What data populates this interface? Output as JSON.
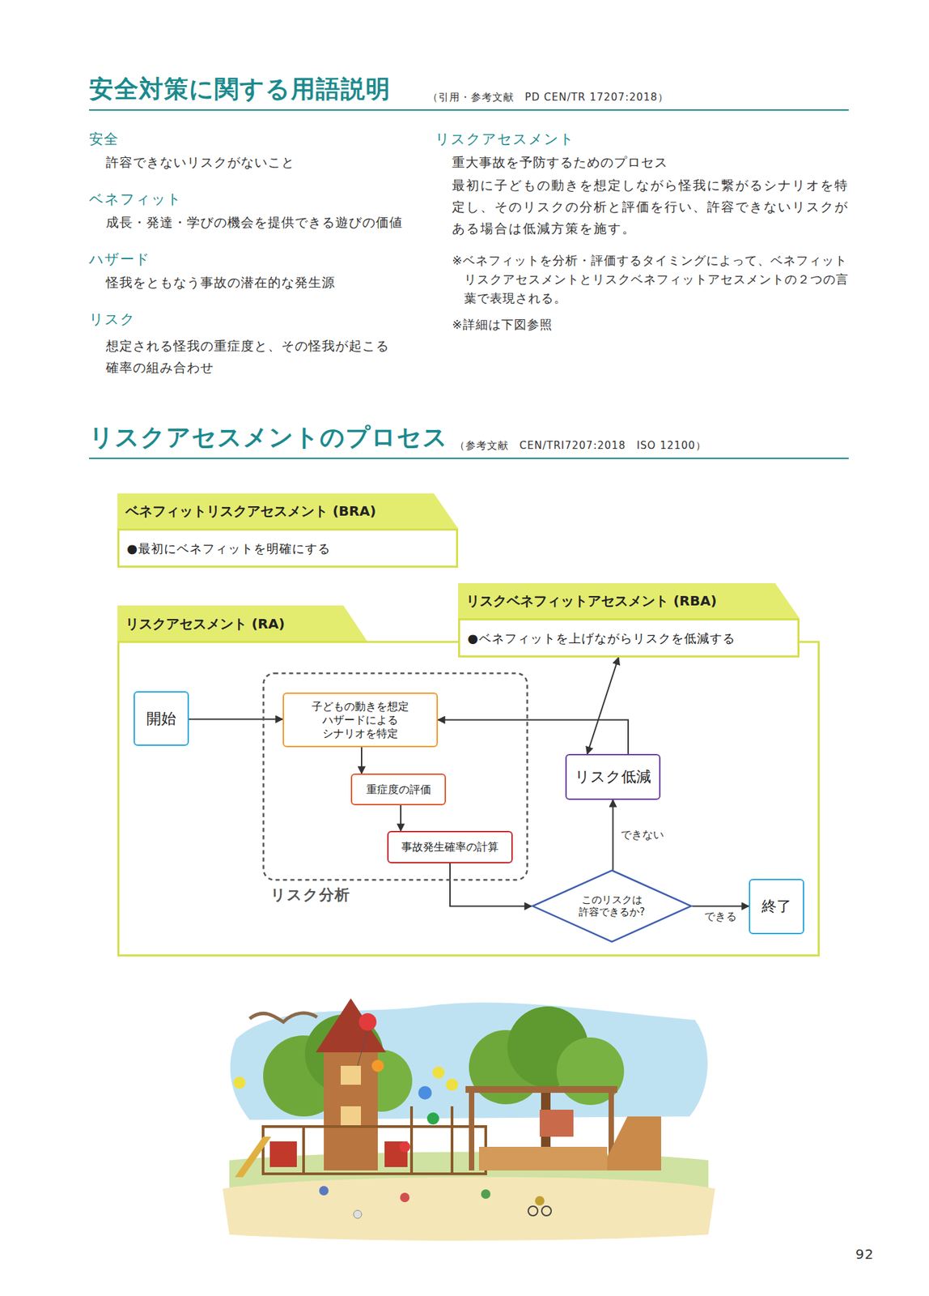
{
  "diagram": {
    "title": "安全対策に関する用語説明",
    "nodes": [
      {
        "text": [
          "ベネフィットリスクアセスメント (BRA)",
          "●最初にベネフィットを明確にする"
        ]
      },
      {
        "text": [
          "リスクベネフィットアセスメント (RBA)",
          "●ベネフィットを上げながらリスクを低減する"
        ]
      },
      {
        "text": [
          "リスクアセスメント (RA)"
        ]
      },
      {
        "text": [
          "開始"
        ],
        "in": 2
      },
      {
        "text": [
          "リスク分析"
        ],
        "in": 2
      },
      {
        "text": [
          "子どもの動きを想定 ハザードによる シナリオを特定"
        ],
        "in": 4
      },
      {
        "text": [
          "重症度の評価"
        ],
        "in": 4
      },
      {
        "text": [
          "事故発生確率の計算"
        ],
        "in": 4
      },
      {
        "text": [
          "このリスクは 許容できるか?"
        ],
        "in": 2
      },
      {
        "text": [
          "リスク低減"
        ],
        "in": 2
      },
      {
        "text": [
          "終了"
        ],
        "in": 2
      }
    ],
    "edges": [
      {
        "from": 3,
        "to": 5,
        "arrow": "to"
      },
      {
        "from": 5,
        "to": 6,
        "arrow": "to"
      },
      {
        "from": 6,
        "to": 7,
        "arrow": "to"
      },
      {
        "from": 7,
        "to": 8,
        "arrow": "to"
      },
      {
        "from": 8,
        "to": 9,
        "label": "できない",
        "arrow": "to"
      },
      {
        "from": 9,
        "to": 5,
        "arrow": "to"
      },
      {
        "from": 8,
        "to": 10,
        "label": "できる",
        "arrow": "to"
      },
      {
        "from": 1,
        "to": 9,
        "arrow": "both"
      }
    ],
    "labels": [
      "（引用・参考文献　PD CEN/TR 17207:2018）",
      "安全",
      "許容できないリスクがないこと",
      "ベネフィット",
      "成長・発達・学びの機会を提供できる遊びの価値",
      "ハザード",
      "怪我をともなう事故の潜在的な発生源",
      "リスク",
      "想定される怪我の重症度と、その怪我が起こる 確率の組み合わせ",
      "リスクアセスメント",
      "重大事故を予防するためのプロセス",
      "最初に子どもの動きを想定しながら怪我に繋がるシナリオを特定し、そのリスクの分析と評価を行い、許容できないリスクがある場合は低減方策を施す。",
      "※ベネフィットを分析・評価するタイミングによって、ベネフィットリスクアセスメントとリスクベネフィットアセスメントの２つの言葉で表現される。",
      "※詳細は下図参照",
      "リスクアセスメントのプロセス",
      "（参考文献　CEN/TRI7207:2018　ISO 12100）",
      "92"
    ]
  }
}
